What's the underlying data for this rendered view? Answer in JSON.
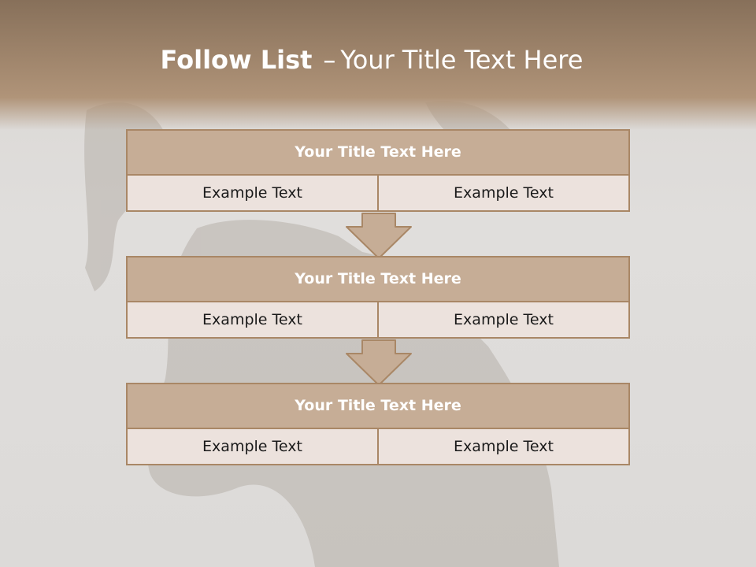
{
  "slide": {
    "title_bold": "Follow List",
    "title_sep": "–",
    "title_rest": "Your Title Text Here"
  },
  "steps": [
    {
      "title": "Your Title Text Here",
      "left": "Example Text",
      "right": "Example Text"
    },
    {
      "title": "Your Title Text Here",
      "left": "Example Text",
      "right": "Example Text"
    },
    {
      "title": "Your Title Text Here",
      "left": "Example Text",
      "right": "Example Text"
    }
  ],
  "colors": {
    "header": "#a58a70",
    "box_title": "#c6ad96",
    "box_cell": "#ece2dd",
    "border": "#a98766",
    "arrow_fill": "#c6ad96"
  },
  "icons": [
    "down-arrow-icon"
  ]
}
